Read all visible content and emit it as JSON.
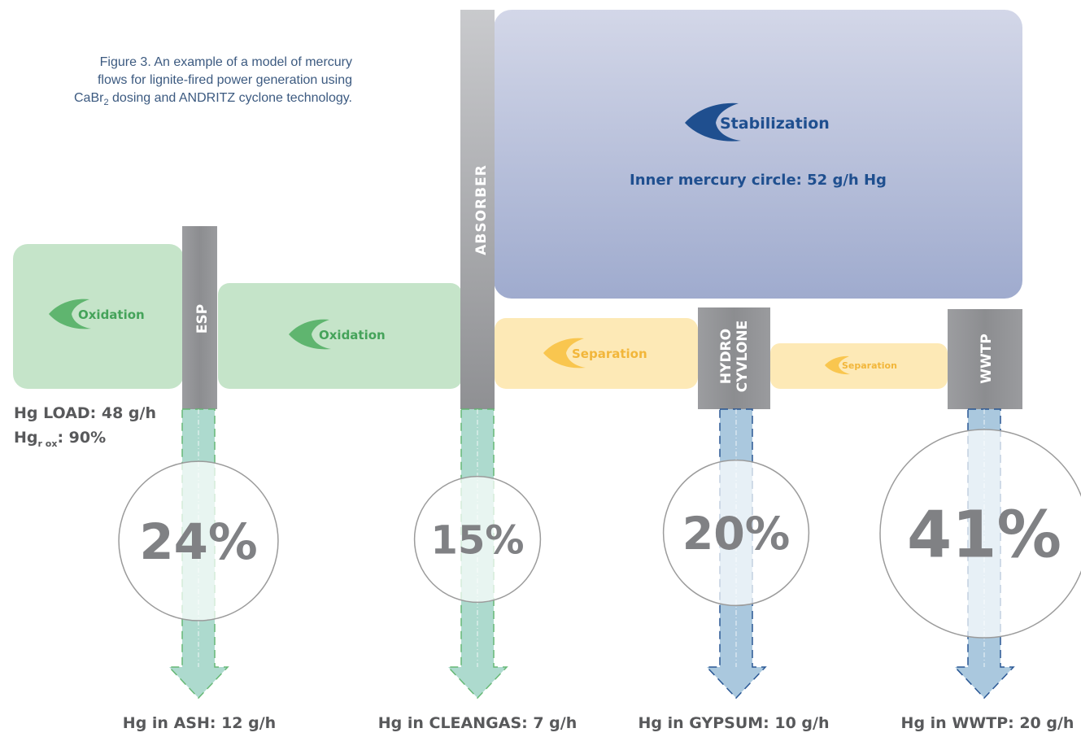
{
  "caption": {
    "line1": "Figure 3. An example of a model of mercury",
    "line2": "flows for lignite-fired power generation using",
    "line3_pre": "CaBr",
    "line3_sub": "2",
    "line3_post": " dosing and ANDRITZ cyclone technology."
  },
  "stages": {
    "oxidation1": "Oxidation",
    "oxidation2": "Oxidation",
    "separation1": "Separation",
    "separation2": "Separation",
    "stabilization": "Stabilization",
    "inner_circle": "Inner mercury circle: 52 g/h Hg"
  },
  "columns": {
    "esp": "ESP",
    "absorber": "ABSORBER",
    "hydro_line1": "HYDRO",
    "hydro_line2": "CYVLONE",
    "wwtp": "WWTP"
  },
  "load": {
    "line1": "Hg LOAD: 48 g/h",
    "line2_pre": "Hg",
    "line2_sub": "r ox",
    "line2_post": ": 90%"
  },
  "outputs": [
    {
      "percent": "24%",
      "label": "Hg in ASH: 12 g/h",
      "value": 24
    },
    {
      "percent": "15%",
      "label": "Hg in CLEANGAS: 7 g/h",
      "value": 15
    },
    {
      "percent": "20%",
      "label": "Hg in GYPSUM: 10 g/h",
      "value": 20
    },
    {
      "percent": "41%",
      "label": "Hg in WWTP: 20 g/h",
      "value": 41
    }
  ],
  "colors": {
    "green_box": "#c5e4c9",
    "green_icon": "#5fb56f",
    "green_text": "#45a35a",
    "yellow_box": "#fde9b6",
    "yellow_icon": "#f9c64f",
    "yellow_text": "#f2b63a",
    "blue_icon": "#1f4f8f",
    "blue_text": "#1f4f8f",
    "column_gray": "#8f9093",
    "arrow_green": "#a9d9cc",
    "arrow_blue": "#a6c6dd",
    "circle_stroke": "#9b9b9b",
    "percent_text": "#808184",
    "label_text": "#58595b"
  }
}
